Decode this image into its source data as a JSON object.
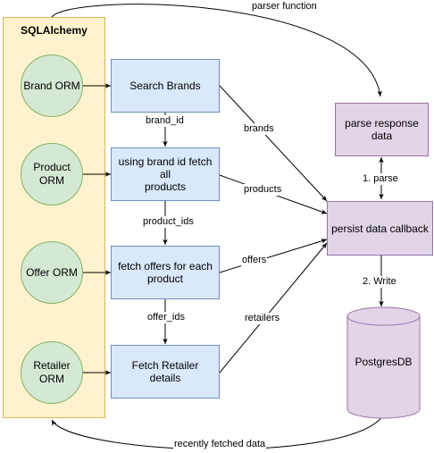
{
  "group": {
    "title": "SQLAlchemy"
  },
  "orm": {
    "brand": "Brand ORM",
    "product": "Product\nORM",
    "offer": "Offer ORM",
    "retailer": "Retailer\nORM"
  },
  "steps": {
    "search_brands": "Search Brands",
    "fetch_products": "using brand id fetch\nall\nproducts",
    "fetch_offers": "fetch offers for each\nproduct",
    "fetch_retailers": "Fetch Retailer details"
  },
  "nodes": {
    "parse_response": "parse response\ndata",
    "persist_callback": "persist data callback",
    "database": "PostgresDB"
  },
  "edges": {
    "brand_id": "brand_id",
    "product_ids": "product_ids",
    "offer_ids": "offer_ids",
    "brands": "brands",
    "products": "products",
    "offers": "offers",
    "retailers": "retailers",
    "parse": "1. parse",
    "write": "2. Write",
    "parser_function": "parser function",
    "recently_fetched": "recently fetched data"
  }
}
